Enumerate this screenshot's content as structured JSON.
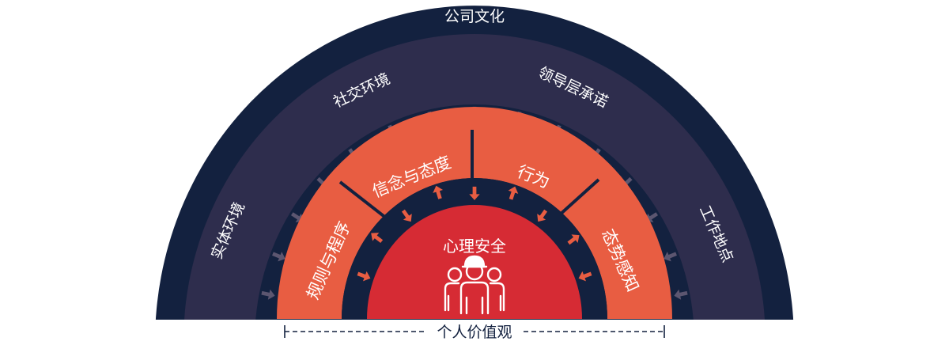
{
  "diagram": {
    "outer_label": "公司文化",
    "ring_labels": {
      "physical_env": "实体环境",
      "social_env": "社交环境",
      "leadership": "领导层承诺",
      "workplace": "工作地点"
    },
    "segments": {
      "rules": "规则与程序",
      "beliefs": "信念与态度",
      "behavior": "行为",
      "awareness": "态势感知"
    },
    "core": {
      "label": "心理安全",
      "icon": "team-safety-icon"
    },
    "baseline_label": "个人价值观",
    "colors": {
      "outer": "#13213f",
      "middle": "#2e2d4d",
      "navy_band": "#13213f",
      "segments": "#e85d42",
      "core": "#d62b34",
      "arrow": "#5c5670"
    }
  }
}
